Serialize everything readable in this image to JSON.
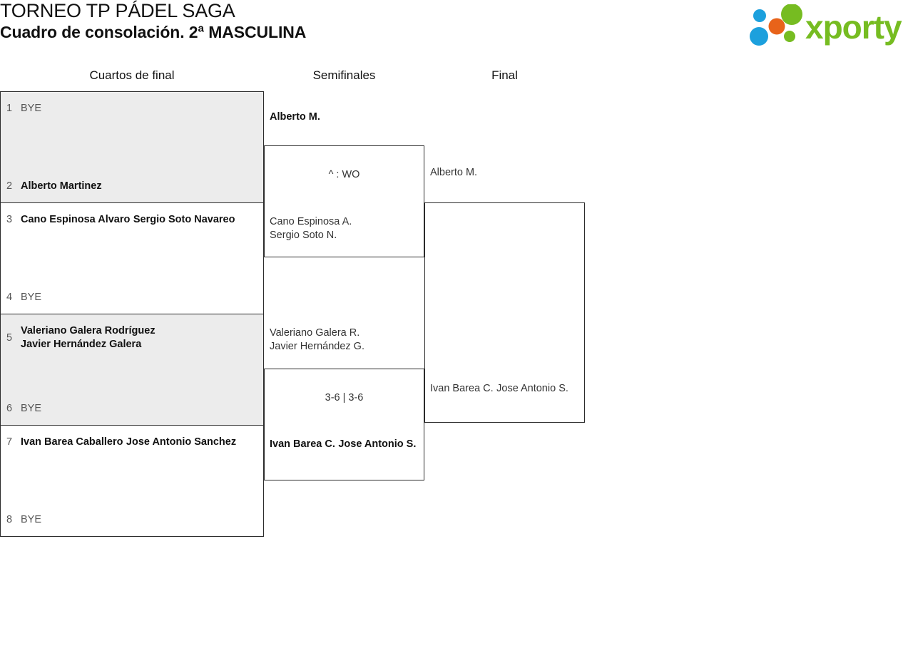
{
  "header": {
    "title_line1": "TORNEO TP PÁDEL SAGA",
    "title_line2": "Cuadro de consolación. 2ª MASCULINA",
    "logo_text": "xporty",
    "logo_colors": {
      "green": "#76bc21",
      "orange": "#e8631a",
      "blue": "#1ca0dd"
    }
  },
  "rounds": [
    {
      "label": "Cuartos de final"
    },
    {
      "label": "Semifinales"
    },
    {
      "label": "Final"
    }
  ],
  "matches": {
    "qf": [
      {
        "shaded": true,
        "top": {
          "seed": "1",
          "lines": [
            "BYE"
          ],
          "state": "bye"
        },
        "bottom": {
          "seed": "2",
          "lines": [
            "Alberto Martinez"
          ],
          "state": "winner"
        },
        "score": ""
      },
      {
        "shaded": false,
        "top": {
          "seed": "3",
          "lines": [
            "Cano Espinosa Alvaro",
            "Sergio Soto Navareo"
          ],
          "state": "winner"
        },
        "bottom": {
          "seed": "4",
          "lines": [
            "BYE"
          ],
          "state": "bye"
        },
        "score": ""
      },
      {
        "shaded": true,
        "top": {
          "seed": "5",
          "lines": [
            "Valeriano Galera Rodríguez",
            "Javier Hernández Galera"
          ],
          "state": "winner"
        },
        "bottom": {
          "seed": "6",
          "lines": [
            "BYE"
          ],
          "state": "bye"
        },
        "score": ""
      },
      {
        "shaded": false,
        "top": {
          "seed": "7",
          "lines": [
            "Ivan Barea Caballero",
            "Jose Antonio Sanchez"
          ],
          "state": "winner"
        },
        "bottom": {
          "seed": "8",
          "lines": [
            "BYE"
          ],
          "state": "bye"
        },
        "score": ""
      }
    ],
    "sf": [
      {
        "shaded": false,
        "top": {
          "seed": "",
          "lines": [
            "Alberto M."
          ],
          "state": "winner"
        },
        "bottom": {
          "seed": "",
          "lines": [
            "Cano Espinosa A.",
            "Sergio Soto N."
          ],
          "state": "loser"
        },
        "score": "^ : WO"
      },
      {
        "shaded": false,
        "top": {
          "seed": "",
          "lines": [
            "Valeriano Galera R.",
            "Javier Hernández G."
          ],
          "state": "loser"
        },
        "bottom": {
          "seed": "",
          "lines": [
            "Ivan Barea C.",
            "Jose Antonio S."
          ],
          "state": "winner"
        },
        "score": "3-6 | 3-6"
      }
    ],
    "final": [
      {
        "shaded": false,
        "top": {
          "seed": "",
          "lines": [
            "Alberto M."
          ],
          "state": "loser"
        },
        "bottom": {
          "seed": "",
          "lines": [
            "Ivan Barea C.",
            "Jose Antonio S."
          ],
          "state": "loser"
        },
        "score": ""
      }
    ]
  }
}
